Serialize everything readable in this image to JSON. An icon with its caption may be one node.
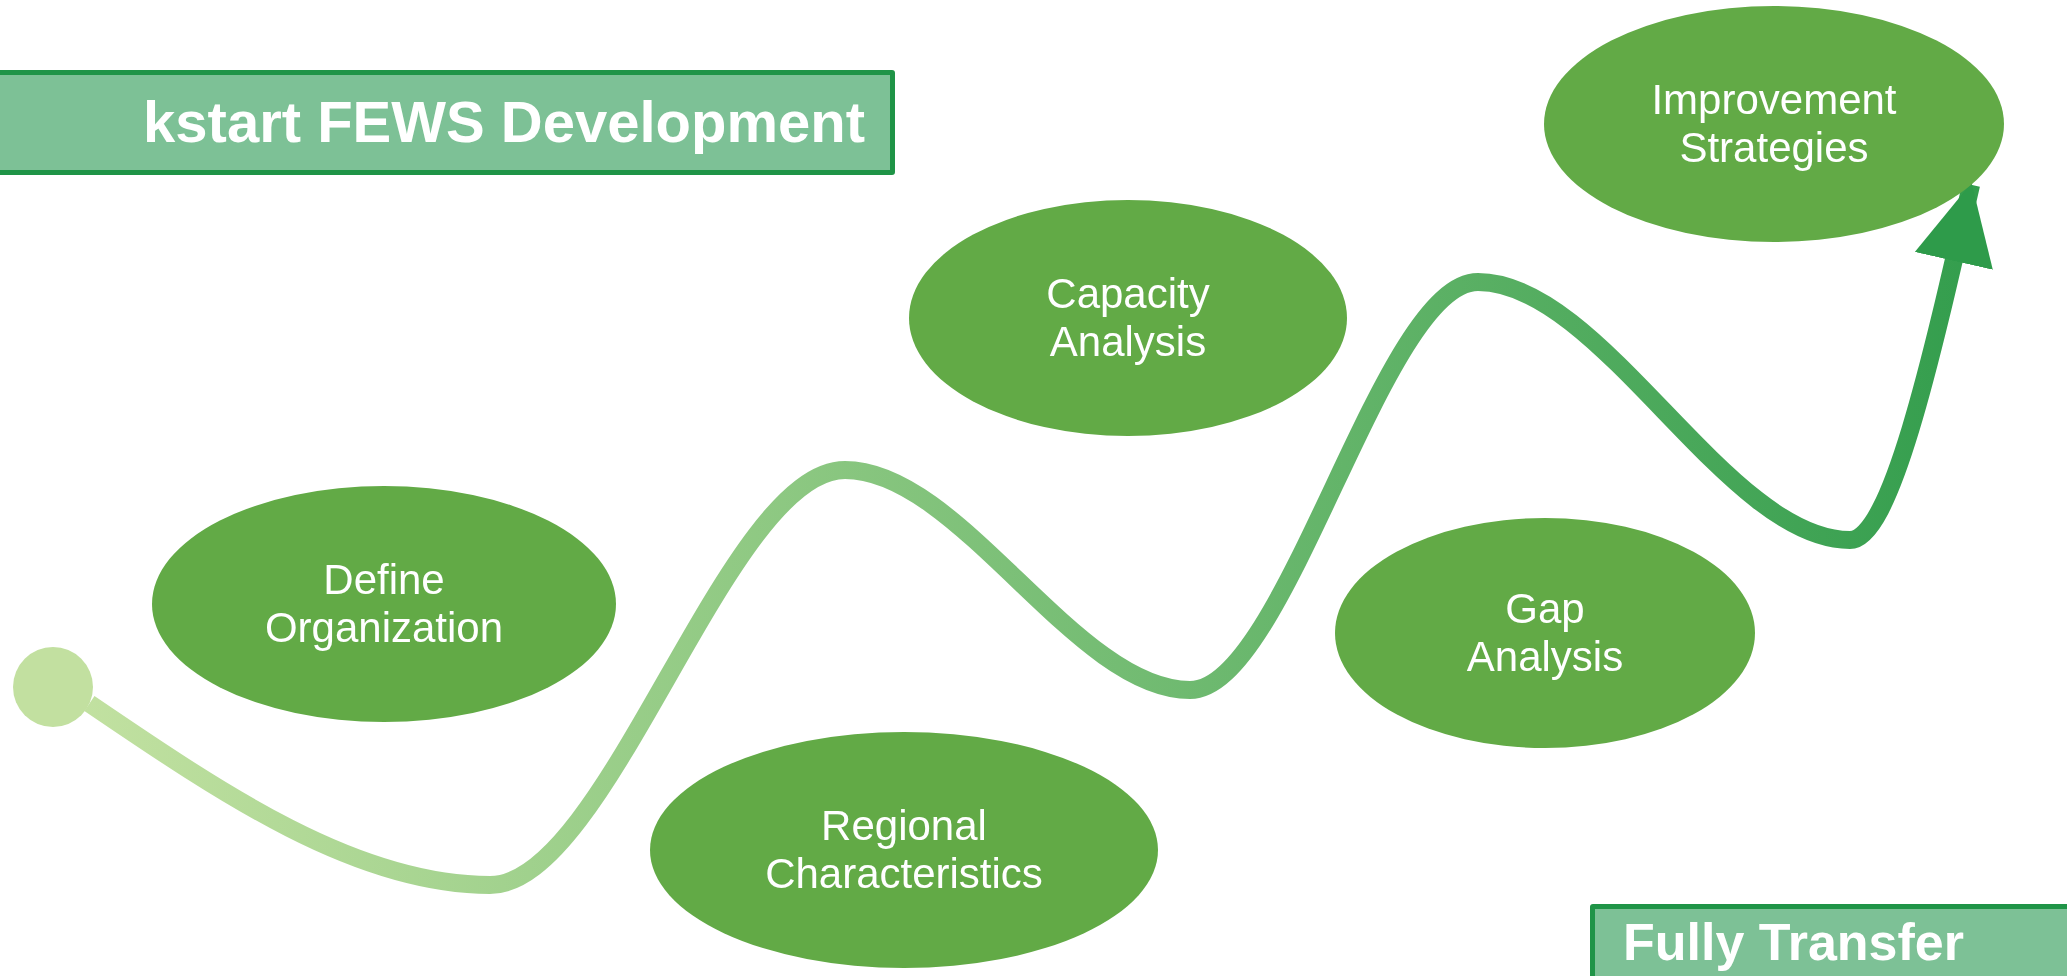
{
  "diagram": {
    "nodes": [
      {
        "text": [
          "kstart FEWS Development"
        ]
      },
      {
        "text": [
          "Improvement Strategies"
        ]
      },
      {
        "text": [
          "Capacity Analysis"
        ]
      },
      {
        "text": [
          "Define Organization"
        ]
      },
      {
        "text": [
          "Gap Analysis"
        ]
      },
      {
        "text": [],
        "shape": "circle"
      },
      {
        "text": [
          "Regional Characteristics"
        ]
      },
      {
        "text": [
          "Fully Transfer"
        ]
      }
    ],
    "edges": [
      {
        "from": 5,
        "to": 1,
        "arrow": "to",
        "style": "thick"
      }
    ]
  }
}
